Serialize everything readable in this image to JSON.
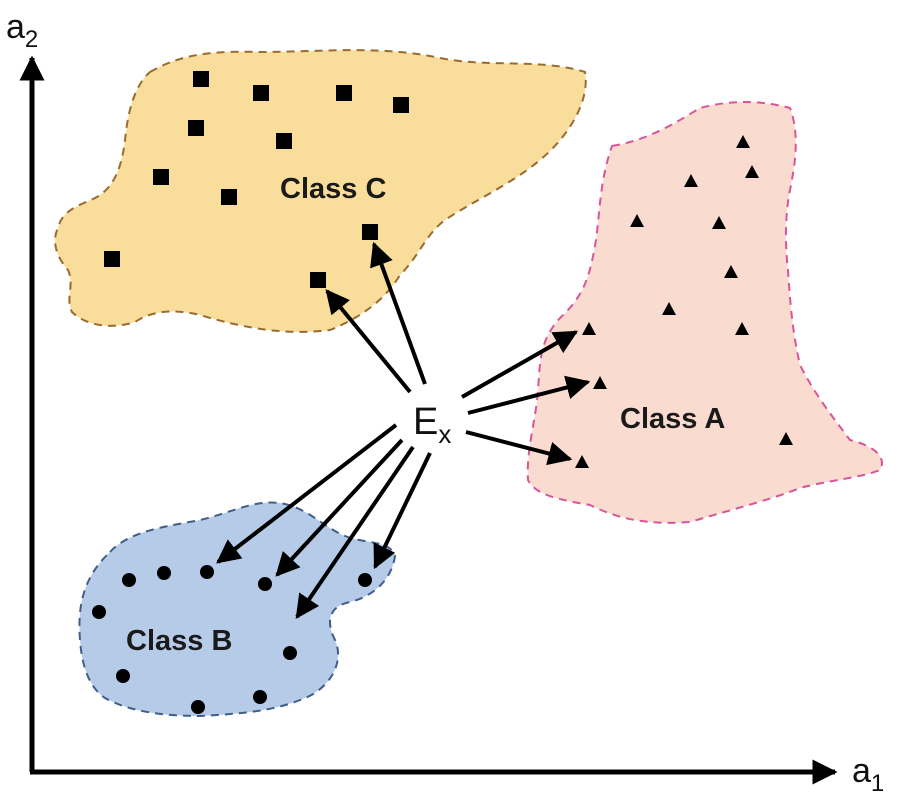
{
  "axes": {
    "x": {
      "base": "a",
      "sub": "1"
    },
    "y": {
      "base": "a",
      "sub": "2"
    }
  },
  "regions": {
    "class_c": {
      "label": "Class C",
      "fill": "#f9dd9a",
      "stroke": "#9a6b2f"
    },
    "class_a": {
      "label": "Class A",
      "fill": "#f9dccf",
      "stroke": "#d9559a"
    },
    "class_b": {
      "label": "Class B",
      "fill": "#b5cbe8",
      "stroke": "#3f5f88"
    }
  },
  "query": {
    "base": "E",
    "sub": "x"
  },
  "colors": {
    "marker": "#000000",
    "arrow": "#000000",
    "axis": "#000000"
  }
}
